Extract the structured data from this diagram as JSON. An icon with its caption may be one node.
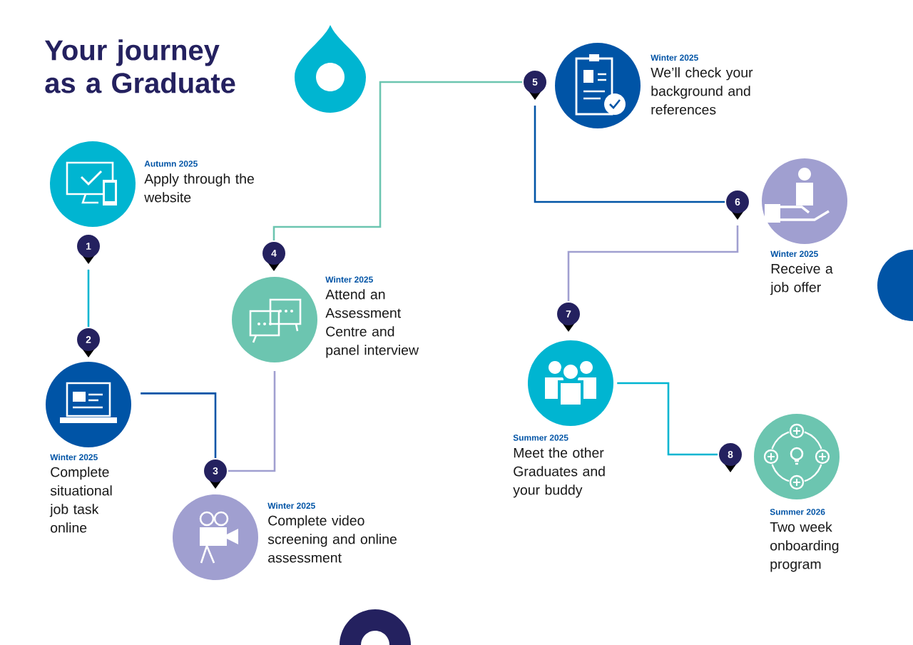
{
  "diagram": {
    "title": "Your journey as a Graduate",
    "nodes": [
      {
        "text": [],
        "shape": "circle",
        "beside": [
          "Autumn 2025",
          "Apply through the website"
        ]
      },
      {
        "text": [],
        "shape": "circle",
        "beside": [
          "Winter 2025",
          "Complete situational job task online"
        ]
      },
      {
        "text": [],
        "shape": "circle",
        "beside": [
          "Winter 2025",
          "Complete video screening and online assessment"
        ]
      },
      {
        "text": [],
        "shape": "circle",
        "beside": [
          "Winter 2025",
          "Attend an Assessment Centre and panel interview"
        ]
      },
      {
        "text": [],
        "shape": "circle",
        "beside": [
          "Winter 2025",
          "We’ll check your background and references"
        ]
      },
      {
        "text": [],
        "shape": "circle",
        "beside": [
          "Winter 2025",
          "Receive a job offer"
        ]
      },
      {
        "text": [],
        "shape": "circle",
        "beside": [
          "Summer 2025",
          "Meet the other Graduates and your buddy"
        ]
      },
      {
        "text": [],
        "shape": "circle",
        "beside": [
          "Summer 2026",
          "Two week onboarding program"
        ]
      },
      {
        "text": [
          "1"
        ]
      },
      {
        "text": [
          "2"
        ]
      },
      {
        "text": [
          "3"
        ]
      },
      {
        "text": [
          "4"
        ]
      },
      {
        "text": [
          "5"
        ]
      },
      {
        "text": [
          "6"
        ]
      },
      {
        "text": [
          "7"
        ]
      },
      {
        "text": [
          "8"
        ]
      }
    ],
    "edges": [
      {
        "from": 8,
        "to": 9,
        "arrow": "none",
        "color": "#00b5d1"
      },
      {
        "from": 1,
        "to": 10,
        "arrow": "none",
        "color": "#0054a6"
      },
      {
        "from": 10,
        "to": 3,
        "arrow": "none",
        "color": "#a09fd0"
      },
      {
        "from": 11,
        "to": 12,
        "arrow": "none",
        "color": "#6cc5b0"
      },
      {
        "from": 12,
        "to": 13,
        "arrow": "none",
        "color": "#0054a6"
      },
      {
        "from": 13,
        "to": 14,
        "arrow": "none",
        "color": "#a09fd0"
      },
      {
        "from": 6,
        "to": 15,
        "arrow": "none",
        "color": "#00b5d1"
      }
    ]
  }
}
